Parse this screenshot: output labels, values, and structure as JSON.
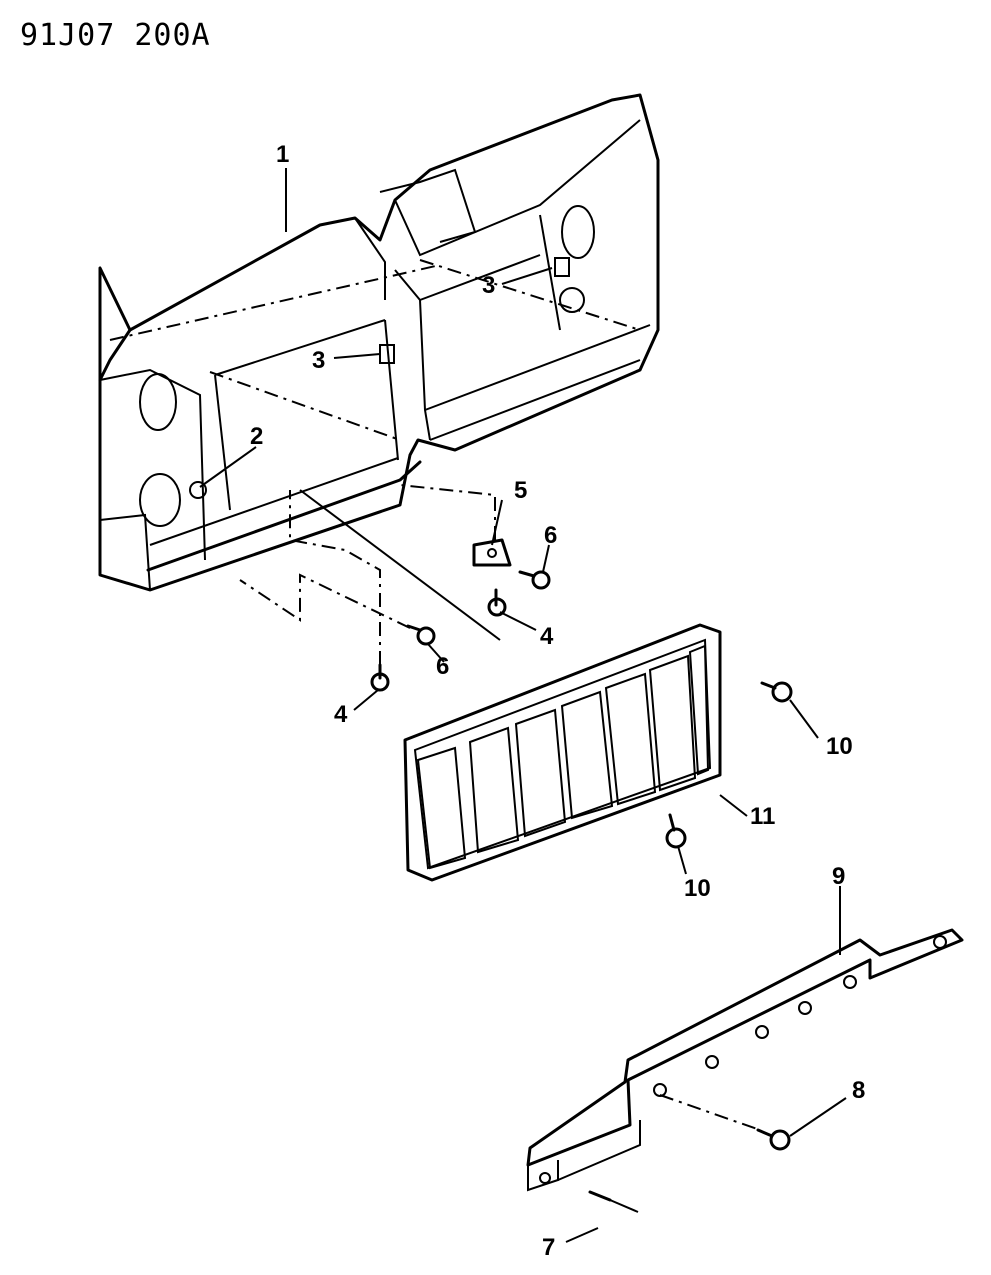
{
  "drawing_number": "91J07  200A",
  "callouts": [
    {
      "id": "c1",
      "label": "1"
    },
    {
      "id": "c2",
      "label": "2"
    },
    {
      "id": "c3a",
      "label": "3"
    },
    {
      "id": "c3b",
      "label": "3"
    },
    {
      "id": "c4a",
      "label": "4"
    },
    {
      "id": "c4b",
      "label": "4"
    },
    {
      "id": "c5",
      "label": "5"
    },
    {
      "id": "c6a",
      "label": "6"
    },
    {
      "id": "c6b",
      "label": "6"
    },
    {
      "id": "c7",
      "label": "7"
    },
    {
      "id": "c8",
      "label": "8"
    },
    {
      "id": "c9",
      "label": "9"
    },
    {
      "id": "c10a",
      "label": "10"
    },
    {
      "id": "c10b",
      "label": "10"
    },
    {
      "id": "c11",
      "label": "11"
    }
  ]
}
